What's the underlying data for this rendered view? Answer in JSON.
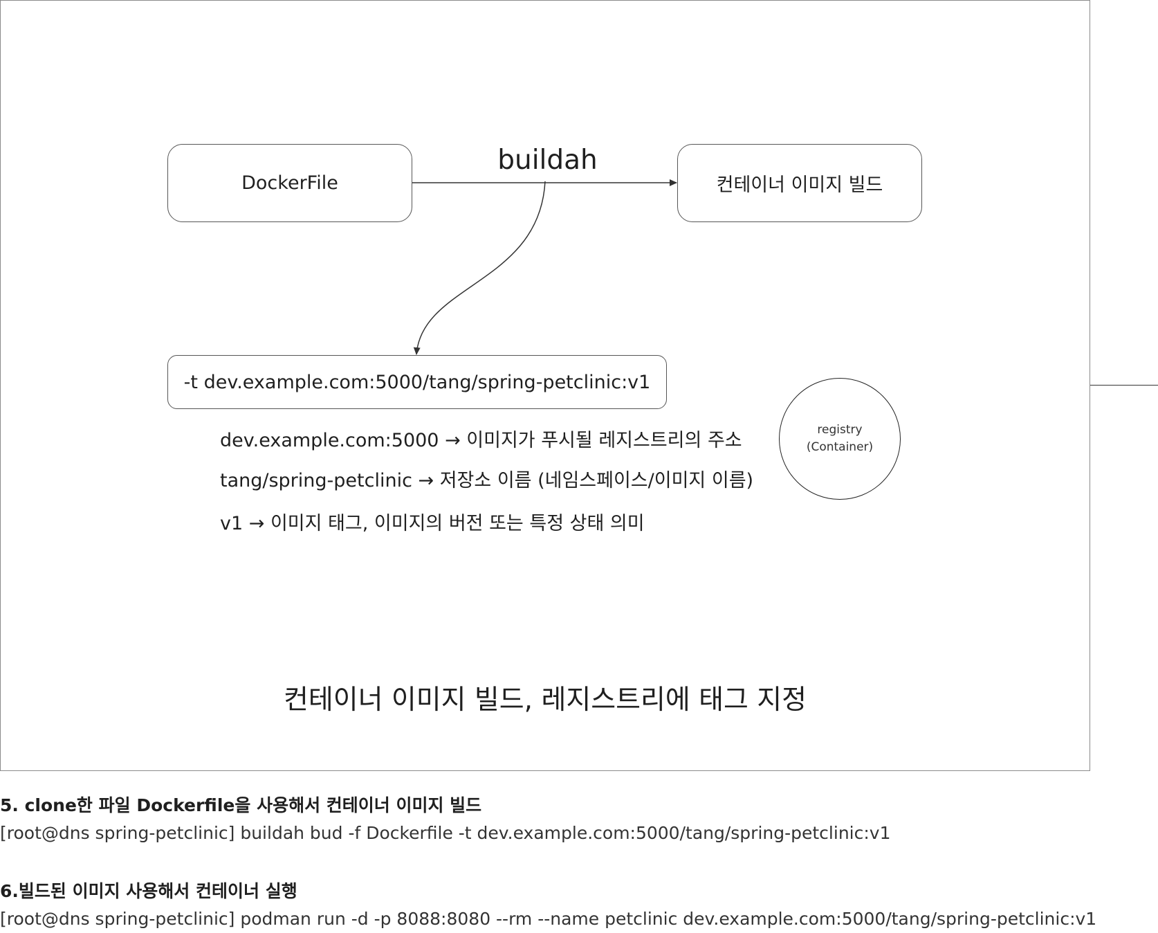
{
  "diagram": {
    "nodes": {
      "dockerfile": "DockerFile",
      "image_build": "컨테이너 이미지 빌드",
      "tag_option": "-t dev.example.com:5000/tang/spring-petclinic:v1"
    },
    "edge_label": "buildah",
    "registry": {
      "line1": "registry",
      "line2": "(Container)"
    },
    "descriptions": [
      "dev.example.com:5000 → 이미지가 푸시될 레지스트리의 주소",
      "tang/spring-petclinic → 저장소 이름 (네임스페이스/이미지 이름)",
      "v1 → 이미지 태그, 이미지의 버전 또는 특정 상태 의미"
    ],
    "caption": "컨테이너 이미지 빌드, 레지스트리에 태그 지정"
  },
  "notes": {
    "step5": {
      "title": "5. clone한 파일 Dockerfile을 사용해서 컨테이너 이미지 빌드",
      "command": "[root@dns spring-petclinic] buildah bud -f Dockerfile -t dev.example.com:5000/tang/spring-petclinic:v1"
    },
    "step6": {
      "title": "6.빌드된 이미지 사용해서 컨테이너 실행",
      "command": "[root@dns spring-petclinic] podman run -d -p 8088:8080 --rm --name petclinic dev.example.com:5000/tang/spring-petclinic:v1"
    }
  },
  "colors": {
    "stroke": "#555555",
    "text": "#1f1f1f",
    "frame": "#8a8a8a"
  }
}
